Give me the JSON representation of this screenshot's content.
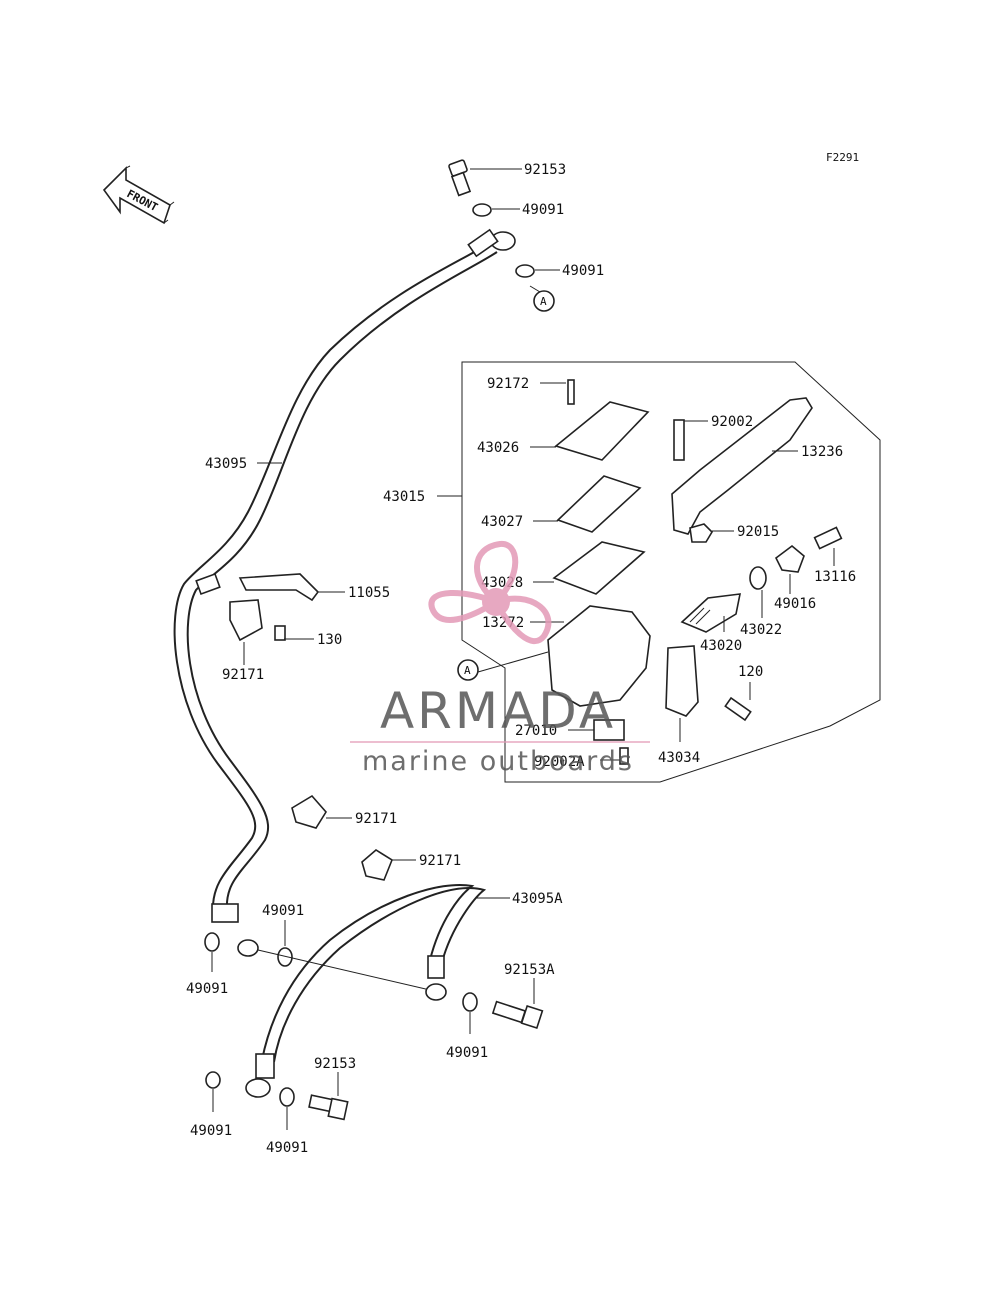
{
  "figure_code": "F2291",
  "front_arrow_label": "FRONT",
  "callout_A": "A",
  "parts": {
    "p92153_top": "92153",
    "p49091_a": "49091",
    "p49091_b": "49091",
    "p43095": "43095",
    "p43015": "43015",
    "p92172": "92172",
    "p43026": "43026",
    "p43027": "43027",
    "p43028": "43028",
    "p13272": "13272",
    "p92002": "92002",
    "p13236": "13236",
    "p92015": "92015",
    "p13116": "13116",
    "p49016": "49016",
    "p43022": "43022",
    "p43020": "43020",
    "p120": "120",
    "p43034": "43034",
    "p27010": "27010",
    "p92002A": "92002A",
    "p11055": "11055",
    "p130": "130",
    "p92171_a": "92171",
    "p92171_b": "92171",
    "p92171_c": "92171",
    "p43095A": "43095A",
    "p49091_c": "49091",
    "p49091_d": "49091",
    "p92153A": "92153A",
    "p49091_e": "49091",
    "p92153_bottom": "92153",
    "p49091_f": "49091",
    "p49091_g": "49091"
  },
  "watermark": {
    "brand": "ARMADA",
    "tagline": "marine outboards",
    "logo_color": "#e39ab7",
    "text_color": "#555555"
  }
}
